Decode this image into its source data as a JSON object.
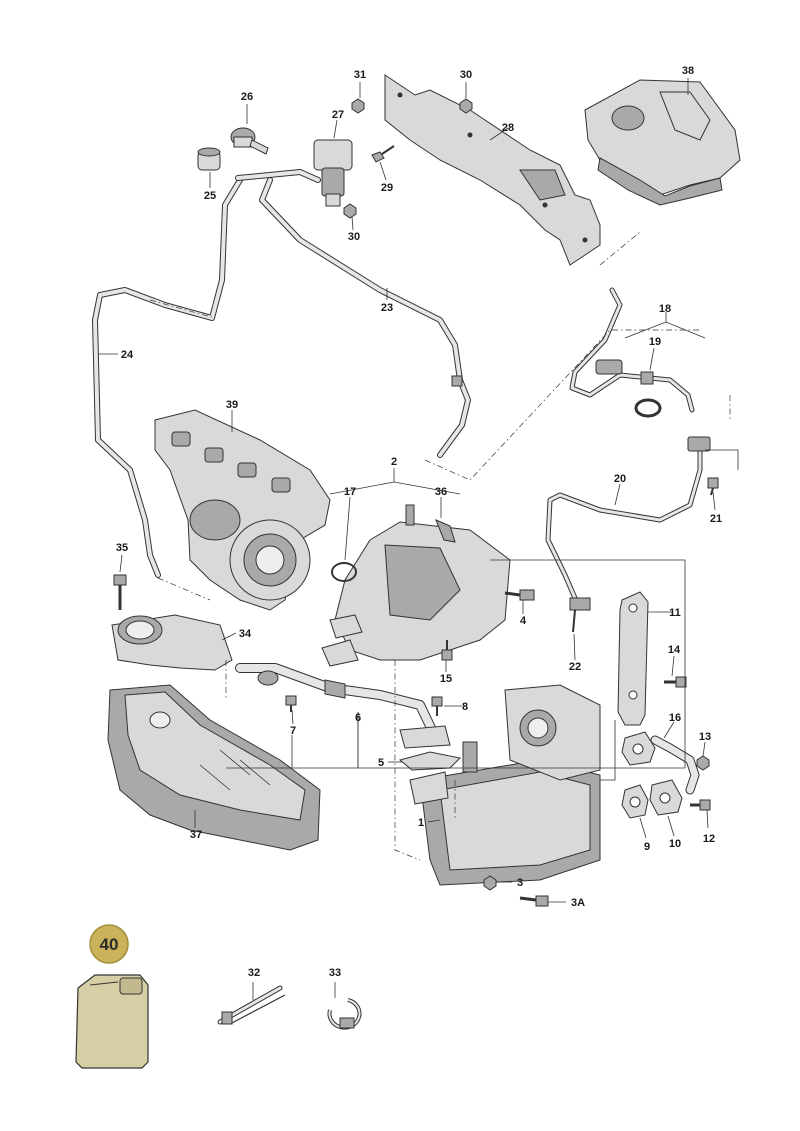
{
  "labels": {
    "l1": "1",
    "l2": "2",
    "l3": "3",
    "l3a": "3A",
    "l4": "4",
    "l5": "5",
    "l6": "6",
    "l7": "7",
    "l8": "8",
    "l9": "9",
    "l10": "10",
    "l11": "11",
    "l12": "12",
    "l13": "13",
    "l14": "14",
    "l15": "15",
    "l16": "16",
    "l17": "17",
    "l18": "18",
    "l19": "19",
    "l20": "20",
    "l21": "21",
    "l22": "22",
    "l23": "23",
    "l24": "24",
    "l25": "25",
    "l26": "26",
    "l27": "27",
    "l28": "28",
    "l29": "29",
    "l30a": "30",
    "l30b": "30",
    "l31": "31",
    "l32": "32",
    "l33": "33",
    "l34": "34",
    "l35": "35",
    "l36": "36",
    "l37": "37",
    "l38": "38",
    "l39": "39",
    "l40": "40"
  },
  "colors": {
    "badge_fill": "#c9b25a",
    "canister_fill": "#d6cfa6",
    "line": "#333333",
    "part_light": "#d9d9d9",
    "part_dark": "#a9a9a9"
  }
}
